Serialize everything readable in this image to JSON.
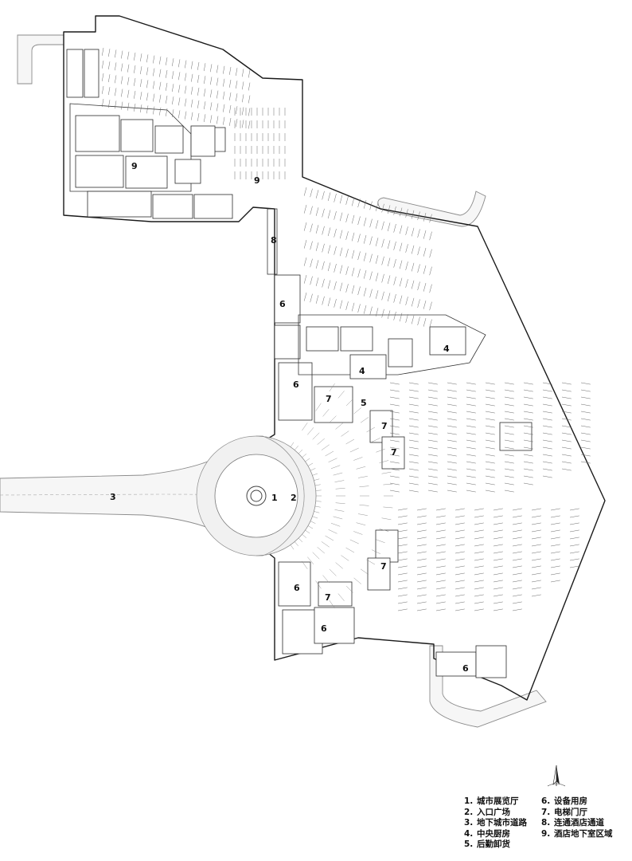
{
  "zone_labels": {
    "exhibition_hall": "1",
    "entrance_plaza": "2",
    "city_road": "3",
    "kitchen_a": "4",
    "kitchen_b": "4",
    "loading": "5",
    "equip_a": "6",
    "equip_b": "6",
    "equip_c": "6",
    "equip_d": "6",
    "equip_e": "6",
    "lift_a": "7",
    "lift_b": "7",
    "lift_c": "7",
    "lift_d": "7",
    "lift_e": "7",
    "hotel_link": "8",
    "hotel_basement_a": "9",
    "hotel_basement_b": "9"
  },
  "legend": {
    "items": [
      {
        "num": "1.",
        "label": "城市展览厅"
      },
      {
        "num": "2.",
        "label": "入口广场"
      },
      {
        "num": "3.",
        "label": "地下城市道路"
      },
      {
        "num": "4.",
        "label": "中央厨房"
      },
      {
        "num": "5.",
        "label": "后勤卸货"
      },
      {
        "num": "6.",
        "label": "设备用房"
      },
      {
        "num": "7.",
        "label": "电梯门厅"
      },
      {
        "num": "8.",
        "label": "连通酒店通道"
      },
      {
        "num": "9.",
        "label": "酒店地下室区域"
      }
    ]
  },
  "icons": {
    "north_arrow": "north-arrow-icon"
  },
  "colors": {
    "line": "#1a1a1a",
    "road_fill": "#f6f6f6",
    "plaza_fill": "#f1f1f1"
  }
}
